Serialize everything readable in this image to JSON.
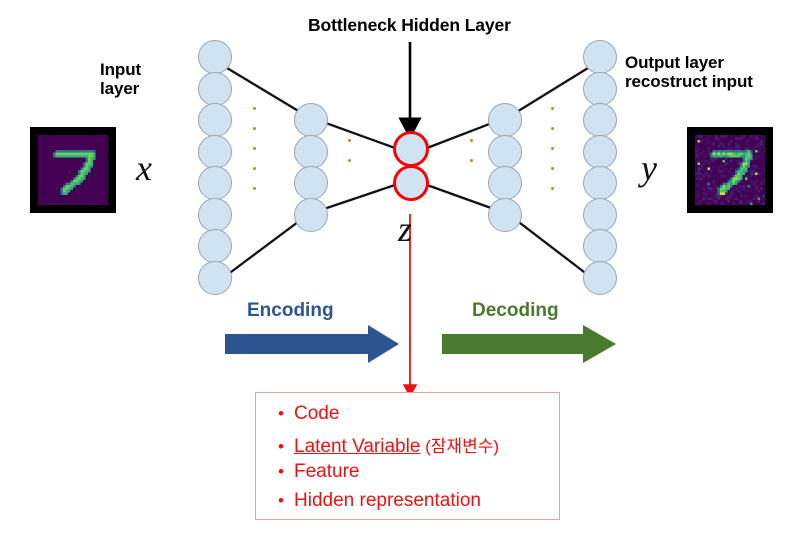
{
  "diagram": {
    "title": "Bottleneck Hidden Layer",
    "input_label": "Input\nlayer",
    "output_label": "Output layer\nrecostruct input",
    "input_symbol": "x",
    "output_symbol": "y",
    "latent_symbol": "z"
  },
  "flow": {
    "encoding_label": "Encoding",
    "decoding_label": "Decoding",
    "encoding_color": "#2e5592",
    "decoding_color": "#4a7a2e"
  },
  "callout": {
    "border_color": "#e8a0a0",
    "text_color": "#ee1111",
    "bullets": [
      {
        "marker": "•",
        "text": "Code",
        "underlined": false,
        "suffix": ""
      },
      {
        "marker": "•",
        "text": "Latent Variable",
        "underlined": true,
        "suffix": " (잠재변수)"
      },
      {
        "marker": "•",
        "text": "Feature",
        "underlined": false,
        "suffix": ""
      },
      {
        "marker": "•",
        "text": "Hidden representation",
        "underlined": false,
        "suffix": ""
      }
    ]
  },
  "network": {
    "node_fill": "#cfe3f2",
    "node_stroke": "#9aa6ae",
    "bottleneck_stroke": "#ff0000",
    "layers": [
      {
        "name": "input-layer",
        "count": 8
      },
      {
        "name": "encoder-hidden-layer",
        "count": 4
      },
      {
        "name": "bottleneck-layer",
        "count": 2
      },
      {
        "name": "decoder-hidden-layer",
        "count": 4
      },
      {
        "name": "output-layer",
        "count": 8
      }
    ]
  },
  "images": {
    "input_digit": "7",
    "output_digit": "7",
    "colormap": "viridis",
    "background_color": "#440154",
    "digit_color": "#f5e51d",
    "frame_color": "#000000"
  }
}
